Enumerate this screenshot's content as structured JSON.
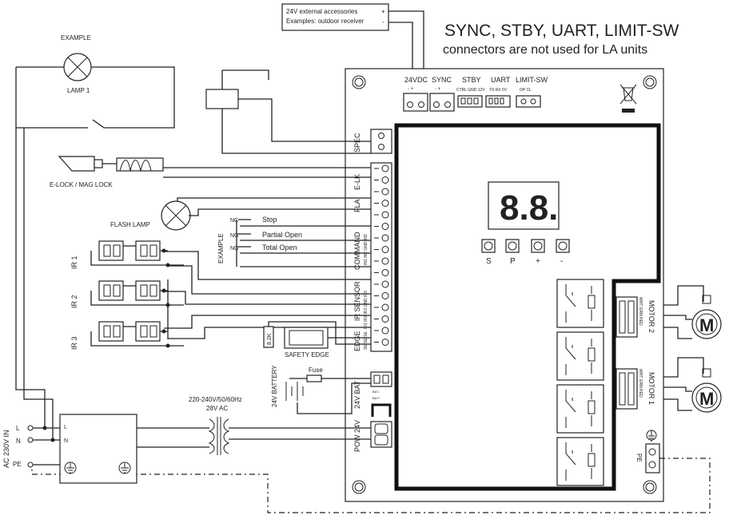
{
  "notice": {
    "line1": "SYNC, STBY, UART, LIMIT-SW",
    "line2": "connectors are not used for LA units"
  },
  "accessory_box": {
    "line1": "24V external accessories",
    "line2": "Examples: outdoor receiver",
    "plus": "+",
    "minus": "-"
  },
  "labels": {
    "example_top": "EXAMPLE",
    "lamp1": "LAMP 1",
    "elock": "E-LOCK / MAG LOCK",
    "flash_lamp": "FLASH LAMP",
    "example_side": "EXAMPLE",
    "stop": "Stop",
    "partial_open": "Partial Open",
    "total_open": "Total Open",
    "nc": "NC",
    "no1": "NO",
    "no2": "NO",
    "ir1": "IR 1",
    "ir2": "IR 2",
    "ir3": "IR 3",
    "resistor": "8.2K",
    "safety_edge": "SAFETY EDGE",
    "fuse": "Fuse",
    "battery": "24V BATTERY",
    "transformer_spec": "220-240V/50/60Hz",
    "transformer_out": "28V AC",
    "ac_in": "AC 230V IN",
    "L": "L",
    "N": "N",
    "PE": "PE",
    "L_in": "L",
    "N_in": "N"
  },
  "top_connectors": [
    {
      "name": "24VDC",
      "pins": "-  +"
    },
    {
      "name": "SYNC",
      "pins": "-  +"
    },
    {
      "name": "STBY",
      "pins": "CTRL GND 12V"
    },
    {
      "name": "UART",
      "pins": "TX  RX  5V"
    },
    {
      "name": "LIMIT-SW",
      "pins": "OP  CL"
    }
  ],
  "left_connectors": {
    "spec": "SPEC",
    "elk": "E-LK",
    "fla": "FLA",
    "command": "COMMAND",
    "ir_sensor": "IR SENSOR",
    "edge": "EDGE",
    "bat": "24V BAT",
    "pow": "POW 24V",
    "pm": "+ -",
    "cmd_pins": "IN1 IN2 GND IN3",
    "ir_pins": "IR1 IR2 IR3 GND IR3",
    "edge_pins": "SE SE SE",
    "bat_minus": "BAT-",
    "bat_plus": "BAT+"
  },
  "display": {
    "value": "8.8."
  },
  "buttons": [
    "S",
    "P",
    "+",
    "-"
  ],
  "motors": [
    {
      "name": "MOTOR 2",
      "wires": "WHT GRN RED",
      "symbol": "M"
    },
    {
      "name": "MOTOR 1",
      "wires": "WHT GRN RED",
      "symbol": "M"
    }
  ],
  "pe_terminal": "PE"
}
